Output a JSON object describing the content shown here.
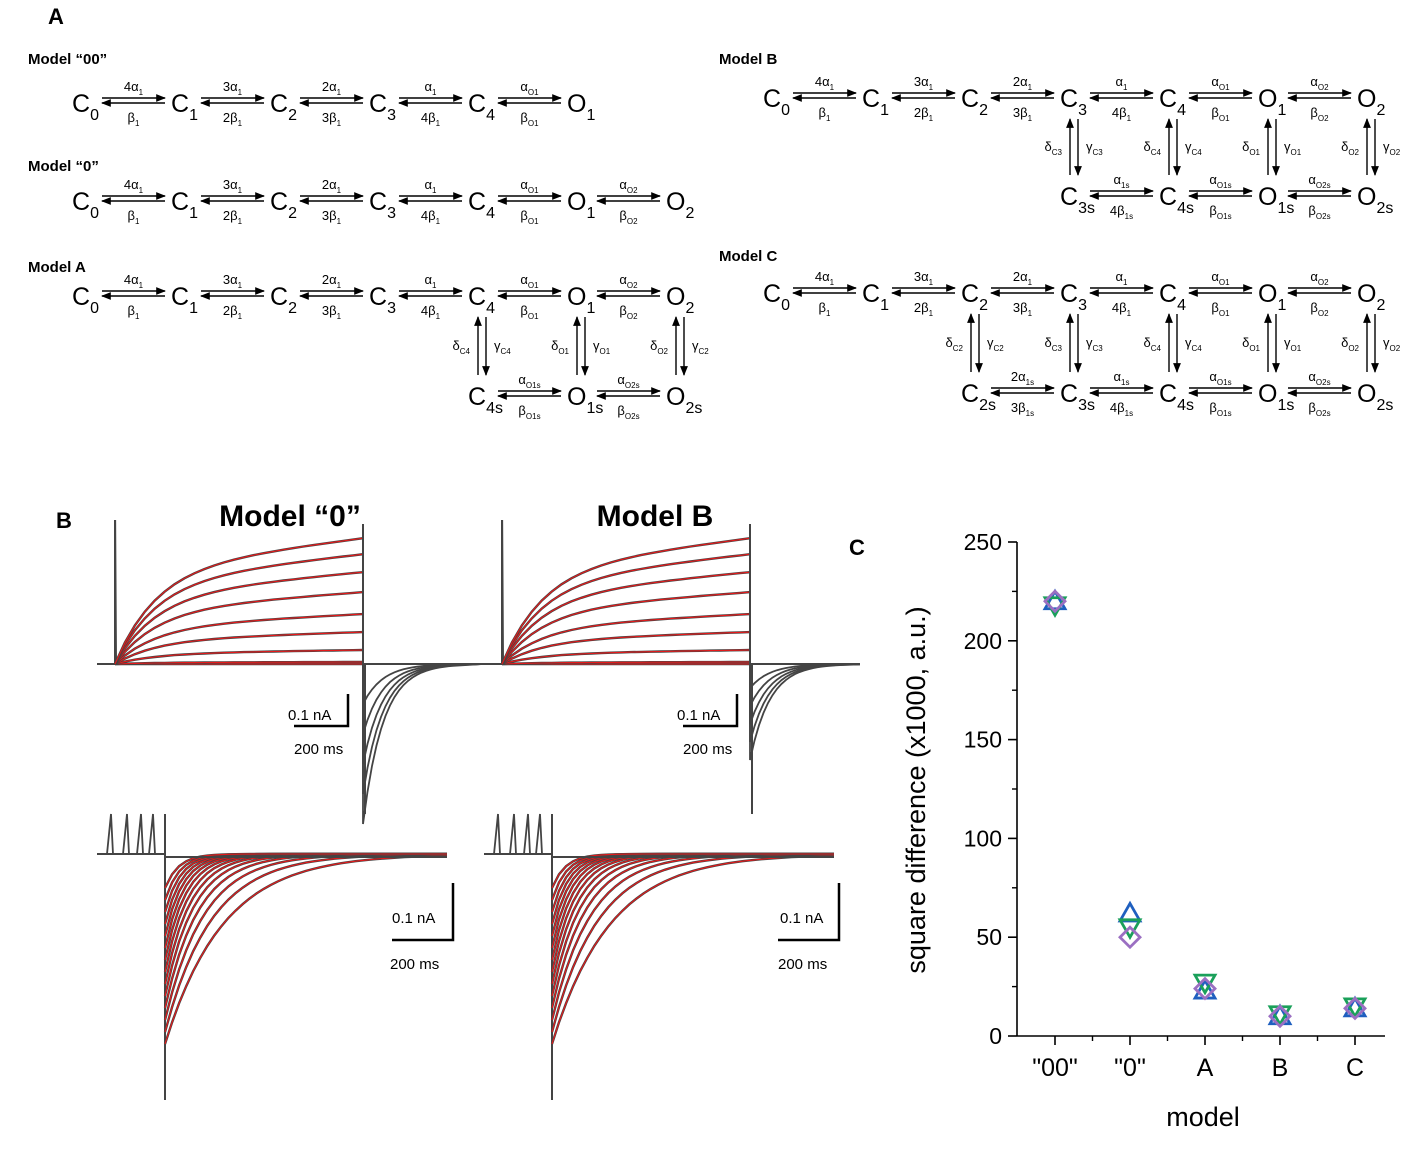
{
  "panels": {
    "a": "A",
    "b": "B",
    "c": "C"
  },
  "panel_a": {
    "models": [
      {
        "title": "Model “00”",
        "rows": [
          {
            "states": [
              "C|0",
              "C|1",
              "C|2",
              "C|3",
              "C|4",
              "O|1"
            ],
            "fwd": [
              "4α|1",
              "3α|1",
              "2α|1",
              "α|1",
              "α|O1"
            ],
            "bwd": [
              "β|1",
              "2β|1",
              "3β|1",
              "4β|1",
              "β|O1"
            ]
          }
        ],
        "verticals": []
      },
      {
        "title": "Model “0”",
        "rows": [
          {
            "states": [
              "C|0",
              "C|1",
              "C|2",
              "C|3",
              "C|4",
              "O|1",
              "O|2"
            ],
            "fwd": [
              "4α|1",
              "3α|1",
              "2α|1",
              "α|1",
              "α|O1",
              "α|O2"
            ],
            "bwd": [
              "β|1",
              "2β|1",
              "3β|1",
              "4β|1",
              "β|O1",
              "β|O2"
            ]
          }
        ],
        "verticals": []
      },
      {
        "title": "Model A",
        "rows": [
          {
            "states": [
              "C|0",
              "C|1",
              "C|2",
              "C|3",
              "C|4",
              "O|1",
              "O|2"
            ],
            "fwd": [
              "4α|1",
              "3α|1",
              "2α|1",
              "α|1",
              "α|O1",
              "α|O2"
            ],
            "bwd": [
              "β|1",
              "2β|1",
              "3β|1",
              "4β|1",
              "β|O1",
              "β|O2"
            ]
          },
          {
            "states": [
              "C|4s",
              "O|1s",
              "O|2s"
            ],
            "fwd": [
              "α|O1s",
              "α|O2s"
            ],
            "bwd": [
              "β|O1s",
              "β|O2s"
            ]
          }
        ],
        "verticals": [
          {
            "up": "δ|C4",
            "down": "γ|C4"
          },
          {
            "up": "δ|O1",
            "down": "γ|O1"
          },
          {
            "up": "δ|O2",
            "down": "γ|C2"
          }
        ]
      },
      {
        "title": "Model B",
        "rows": [
          {
            "states": [
              "C|0",
              "C|1",
              "C|2",
              "C|3",
              "C|4",
              "O|1",
              "O|2"
            ],
            "fwd": [
              "4α|1",
              "3α|1",
              "2α|1",
              "α|1",
              "α|O1",
              "α|O2"
            ],
            "bwd": [
              "β|1",
              "2β|1",
              "3β|1",
              "4β|1",
              "β|O1",
              "β|O2"
            ]
          },
          {
            "states": [
              "C|3s",
              "C|4s",
              "O|1s",
              "O|2s"
            ],
            "fwd": [
              "α|1s",
              "α|O1s",
              "α|O2s"
            ],
            "bwd": [
              "4β|1s",
              "β|O1s",
              "β|O2s"
            ]
          }
        ],
        "verticals": [
          {
            "up": "δ|C3",
            "down": "γ|C3"
          },
          {
            "up": "δ|C4",
            "down": "γ|C4"
          },
          {
            "up": "δ|O1",
            "down": "γ|O1"
          },
          {
            "up": "δ|O2",
            "down": "γ|O2"
          }
        ]
      },
      {
        "title": "Model C",
        "rows": [
          {
            "states": [
              "C|0",
              "C|1",
              "C|2",
              "C|3",
              "C|4",
              "O|1",
              "O|2"
            ],
            "fwd": [
              "4α|1",
              "3α|1",
              "2α|1",
              "α|1",
              "α|O1",
              "α|O2"
            ],
            "bwd": [
              "β|1",
              "2β|1",
              "3β|1",
              "4β|1",
              "β|O1",
              "β|O2"
            ]
          },
          {
            "states": [
              "C|2s",
              "C|3s",
              "C|4s",
              "O|1s",
              "O|2s"
            ],
            "fwd": [
              "2α|1s",
              "α|1s",
              "α|O1s",
              "α|O2s"
            ],
            "bwd": [
              "3β|1s",
              "4β|1s",
              "β|O1s",
              "β|O2s"
            ]
          }
        ],
        "verticals": [
          {
            "up": "δ|C2",
            "down": "γ|C2"
          },
          {
            "up": "δ|C3",
            "down": "γ|C3"
          },
          {
            "up": "δ|C4",
            "down": "γ|C4"
          },
          {
            "up": "δ|O1",
            "down": "γ|O1"
          },
          {
            "up": "δ|O2",
            "down": "γ|O2"
          }
        ]
      }
    ]
  },
  "panel_b": {
    "titles": [
      "Model “0”",
      "Model B"
    ],
    "scale_current": "0.1 nA",
    "scale_time": "200 ms",
    "colors": {
      "recording": "#444444",
      "fit": "#e8191a"
    }
  },
  "chart_data": {
    "type": "scatter",
    "title": "",
    "xlabel": "model",
    "ylabel": "square difference (x1000, a.u.)",
    "categories": [
      "\"00\"",
      "\"0\"",
      "A",
      "B",
      "C"
    ],
    "ylim": [
      0,
      250
    ],
    "yticks": [
      0,
      50,
      100,
      150,
      200,
      250
    ],
    "grid": false,
    "series": [
      {
        "marker": "triangle-up",
        "color": "#1f5fbf",
        "values": [
          220,
          62,
          23,
          10,
          14
        ]
      },
      {
        "marker": "triangle-down",
        "color": "#1aa05a",
        "values": [
          218,
          55,
          27,
          11,
          15
        ]
      },
      {
        "marker": "diamond",
        "color": "#9b6fc2",
        "values": [
          220,
          50,
          24,
          10,
          14
        ]
      }
    ]
  }
}
